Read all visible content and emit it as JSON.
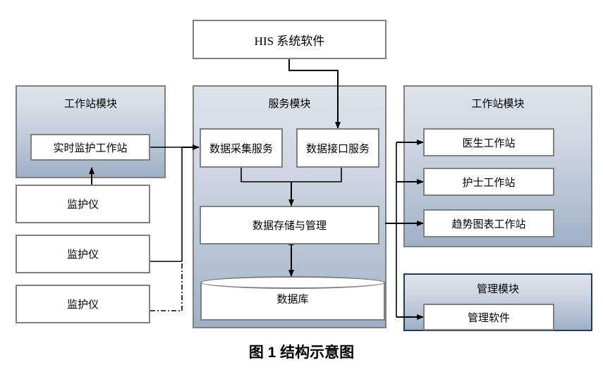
{
  "figure": {
    "caption": "图 1 结构示意图"
  },
  "nodes": {
    "his": {
      "label": "HIS 系统软件"
    },
    "left_module": {
      "title": "工作站模块",
      "station": "实时监护工作站",
      "monitors": [
        {
          "label": "监护仪"
        },
        {
          "label": "监护仪"
        },
        {
          "label": "监护仪"
        }
      ]
    },
    "service_module": {
      "title": "服务模块",
      "collect_service": "数据采集服务",
      "interface_service": "数据接口服务",
      "storage": "数据存储与管理",
      "database": "数据库"
    },
    "right_module": {
      "title": "工作站模块",
      "stations": [
        {
          "label": "医生工作站"
        },
        {
          "label": "护士工作站"
        },
        {
          "label": "趋势图表工作站"
        }
      ]
    },
    "admin_module": {
      "title": "管理模块",
      "software": "管理软件"
    }
  },
  "colors": {
    "panel_top": "#dfe3ea",
    "panel_bottom": "#9fb0c6",
    "box_border": "#808080",
    "admin_border": "#1f3b5c",
    "connector": "#000000",
    "background": "#ffffff"
  }
}
